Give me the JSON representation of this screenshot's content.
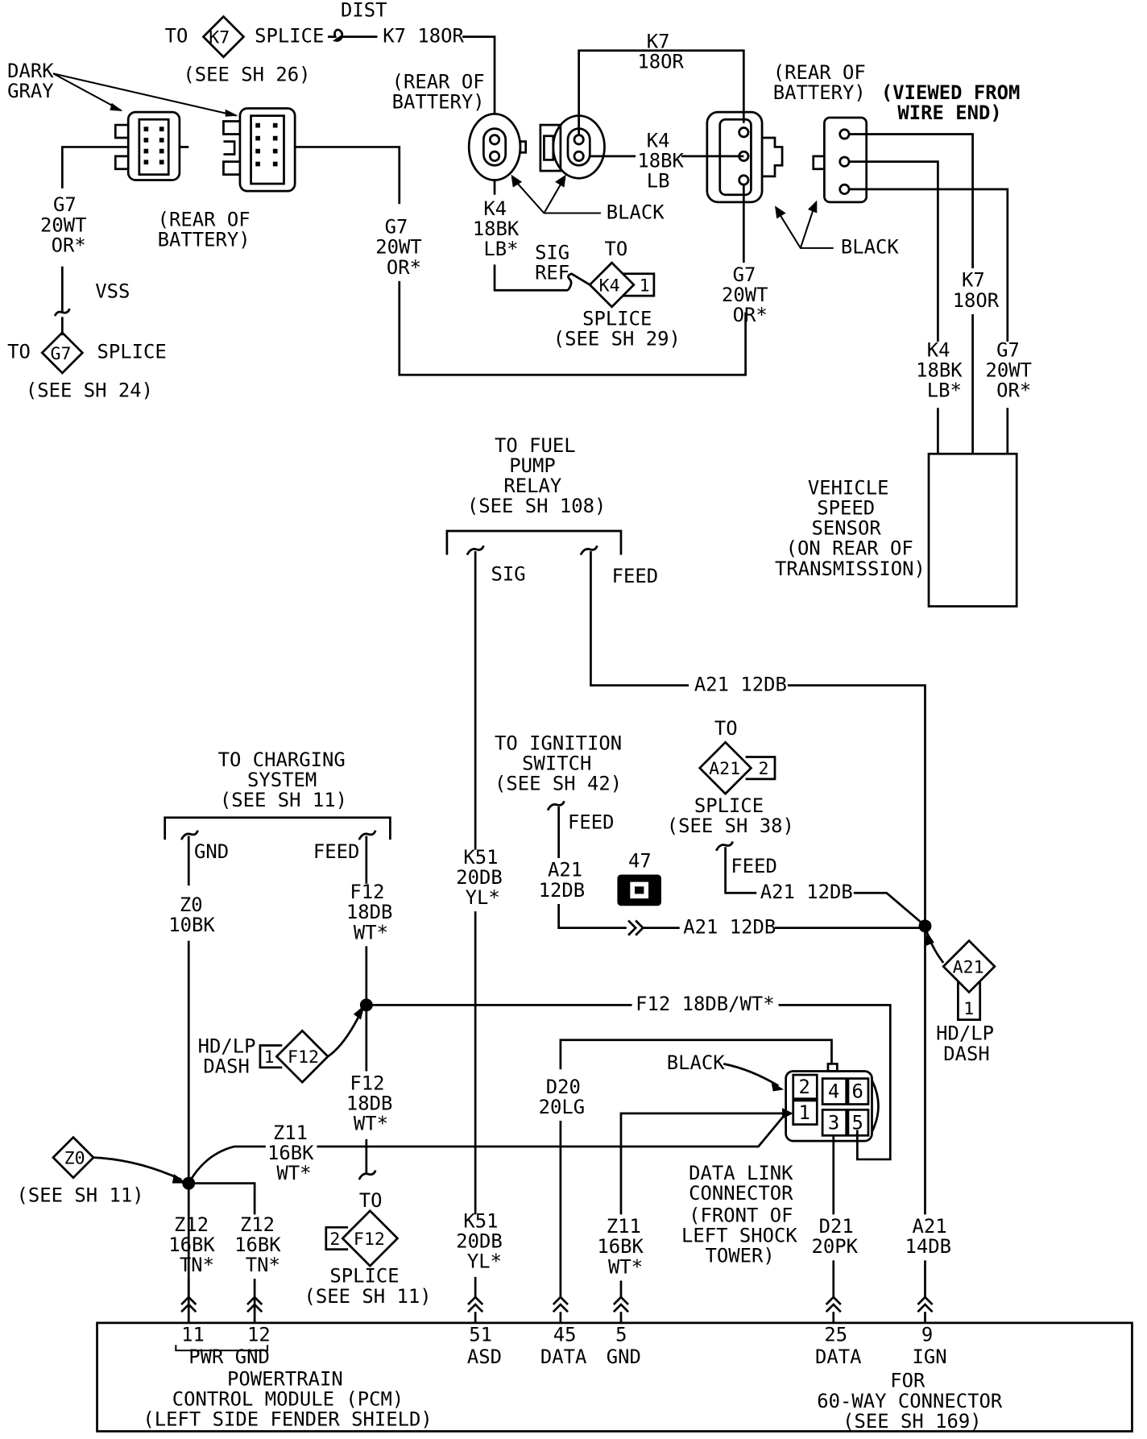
{
  "top_left": {
    "k7_to": "TO",
    "k7_code": "K7",
    "k7_splice": "SPLICE",
    "k7_see": "(SEE SH 26)",
    "dist": "DIST",
    "k7_wire": "K7 18OR",
    "dark_gray_1": "DARK",
    "dark_gray_2": "GRAY",
    "rear_batt_1": "(REAR OF",
    "rear_batt_2": "BATTERY)",
    "g7_a1": "G7",
    "g7_a2": "20WT",
    "g7_a3": "OR*",
    "g7_b1": "G7",
    "g7_b2": "20WT",
    "g7_b3": "OR*",
    "vss": "VSS",
    "g7_to": "TO",
    "g7_code": "G7",
    "g7_splice": "SPLICE",
    "g7_see": "(SEE SH 24)"
  },
  "top_center": {
    "rear_batt_1": "(REAR OF",
    "rear_batt_2": "BATTERY)",
    "k7_1": "K7",
    "k7_2": "18OR",
    "k4_r1": "K4",
    "k4_r2": "18BK",
    "k4_r3": "LB",
    "black": "BLACK",
    "k4_l1": "K4",
    "k4_l2": "18BK",
    "k4_l3": "LB*",
    "sig_ref_1": "SIG",
    "sig_ref_2": "REF",
    "k4_to": "TO",
    "k4_code": "K4",
    "k4_pin": "1",
    "k4_splice": "SPLICE",
    "k4_see": "(SEE SH 29)",
    "g7_1": "G7",
    "g7_2": "20WT",
    "g7_3": "OR*"
  },
  "top_right": {
    "rear_batt_1": "(REAR OF",
    "rear_batt_2": "BATTERY)",
    "viewed_1": "(VIEWED FROM",
    "viewed_2": "WIRE END)",
    "black": "BLACK",
    "k7_1": "K7",
    "k7_2": "18OR",
    "k4_1": "K4",
    "k4_2": "18BK",
    "k4_3": "LB*",
    "g7_1": "G7",
    "g7_2": "20WT",
    "g7_3": "OR*",
    "vss_1": "VEHICLE",
    "vss_2": "SPEED",
    "vss_3": "SENSOR",
    "vss_4": "(ON REAR OF",
    "vss_5": "TRANSMISSION)"
  },
  "fuel_pump": {
    "l1": "TO FUEL",
    "l2": "PUMP",
    "l3": "RELAY",
    "l4": "(SEE SH 108)",
    "sig": "SIG",
    "feed": "FEED",
    "a21_wire": "A21 12DB"
  },
  "charging": {
    "l1": "TO CHARGING",
    "l2": "SYSTEM",
    "l3": "(SEE SH 11)",
    "gnd": "GND",
    "feed": "FEED",
    "z0_1": "Z0",
    "z0_2": "10BK",
    "f12_1": "F12",
    "f12_2": "18DB",
    "f12_3": "WT*",
    "f12b_1": "F12",
    "f12b_2": "18DB",
    "f12b_3": "WT*",
    "hdlp_1": "HD/LP",
    "hdlp_2": "DASH",
    "f12_pin": "1",
    "f12_code": "F12",
    "f12_wire": "F12 18DB/WT*",
    "z11_1": "Z11",
    "z11_2": "16BK",
    "z11_3": "WT*",
    "z0_code": "Z0",
    "z0_see": "(SEE SH 11)",
    "z12a_1": "Z12",
    "z12a_2": "16BK",
    "z12a_3": "TN*",
    "z12b_1": "Z12",
    "z12b_2": "16BK",
    "z12b_3": "TN*",
    "f12s_to": "TO",
    "f12s_pin": "2",
    "f12s_code": "F12",
    "f12s_splice": "SPLICE",
    "f12s_see": "(SEE SH 11)"
  },
  "middle": {
    "k51_1": "K51",
    "k51_2": "20DB",
    "k51_3": "YL*",
    "ign_1": "TO IGNITION",
    "ign_2": "SWITCH",
    "ign_3": "(SEE SH 42)",
    "ign_feed": "FEED",
    "a21_1": "A21",
    "a21_2": "12DB",
    "conn47": "47",
    "a21_wire": "A21 12DB",
    "a21s_to": "TO",
    "a21s_code": "A21",
    "a21s_pin": "2",
    "a21s_splice": "SPLICE",
    "a21s_see": "(SEE SH 38)",
    "a21s_feed": "FEED",
    "a21s_wire": "A21 12DB",
    "a21d_code": "A21",
    "a21d_pin": "1",
    "a21d_1": "HD/LP",
    "a21d_2": "DASH",
    "d20_1": "D20",
    "d20_2": "20LG",
    "black": "BLACK",
    "dlc_pins": [
      "2",
      "4",
      "6",
      "1",
      "3",
      "5"
    ],
    "dlc_1": "DATA LINK",
    "dlc_2": "CONNECTOR",
    "dlc_3": "(FRONT OF",
    "dlc_4": "LEFT SHOCK",
    "dlc_5": "TOWER)",
    "k51b_1": "K51",
    "k51b_2": "20DB",
    "k51b_3": "YL*",
    "z11b_1": "Z11",
    "z11b_2": "16BK",
    "z11b_3": "WT*",
    "d21_1": "D21",
    "d21_2": "20PK",
    "a21b_1": "A21",
    "a21b_2": "14DB"
  },
  "pcm": {
    "p11": "11",
    "p12": "12",
    "pwr_gnd": "PWR GND",
    "p51": "51",
    "asd": "ASD",
    "p45": "45",
    "data45": "DATA",
    "p5": "5",
    "gnd5": "GND",
    "p25": "25",
    "data25": "DATA",
    "p9": "9",
    "ign9": "IGN",
    "name_1": "POWERTRAIN",
    "name_2": "CONTROL MODULE (PCM)",
    "name_3": "(LEFT SIDE FENDER SHIELD)",
    "for_1": "FOR",
    "for_2": "60-WAY CONNECTOR",
    "for_3": "(SEE SH 169)"
  }
}
